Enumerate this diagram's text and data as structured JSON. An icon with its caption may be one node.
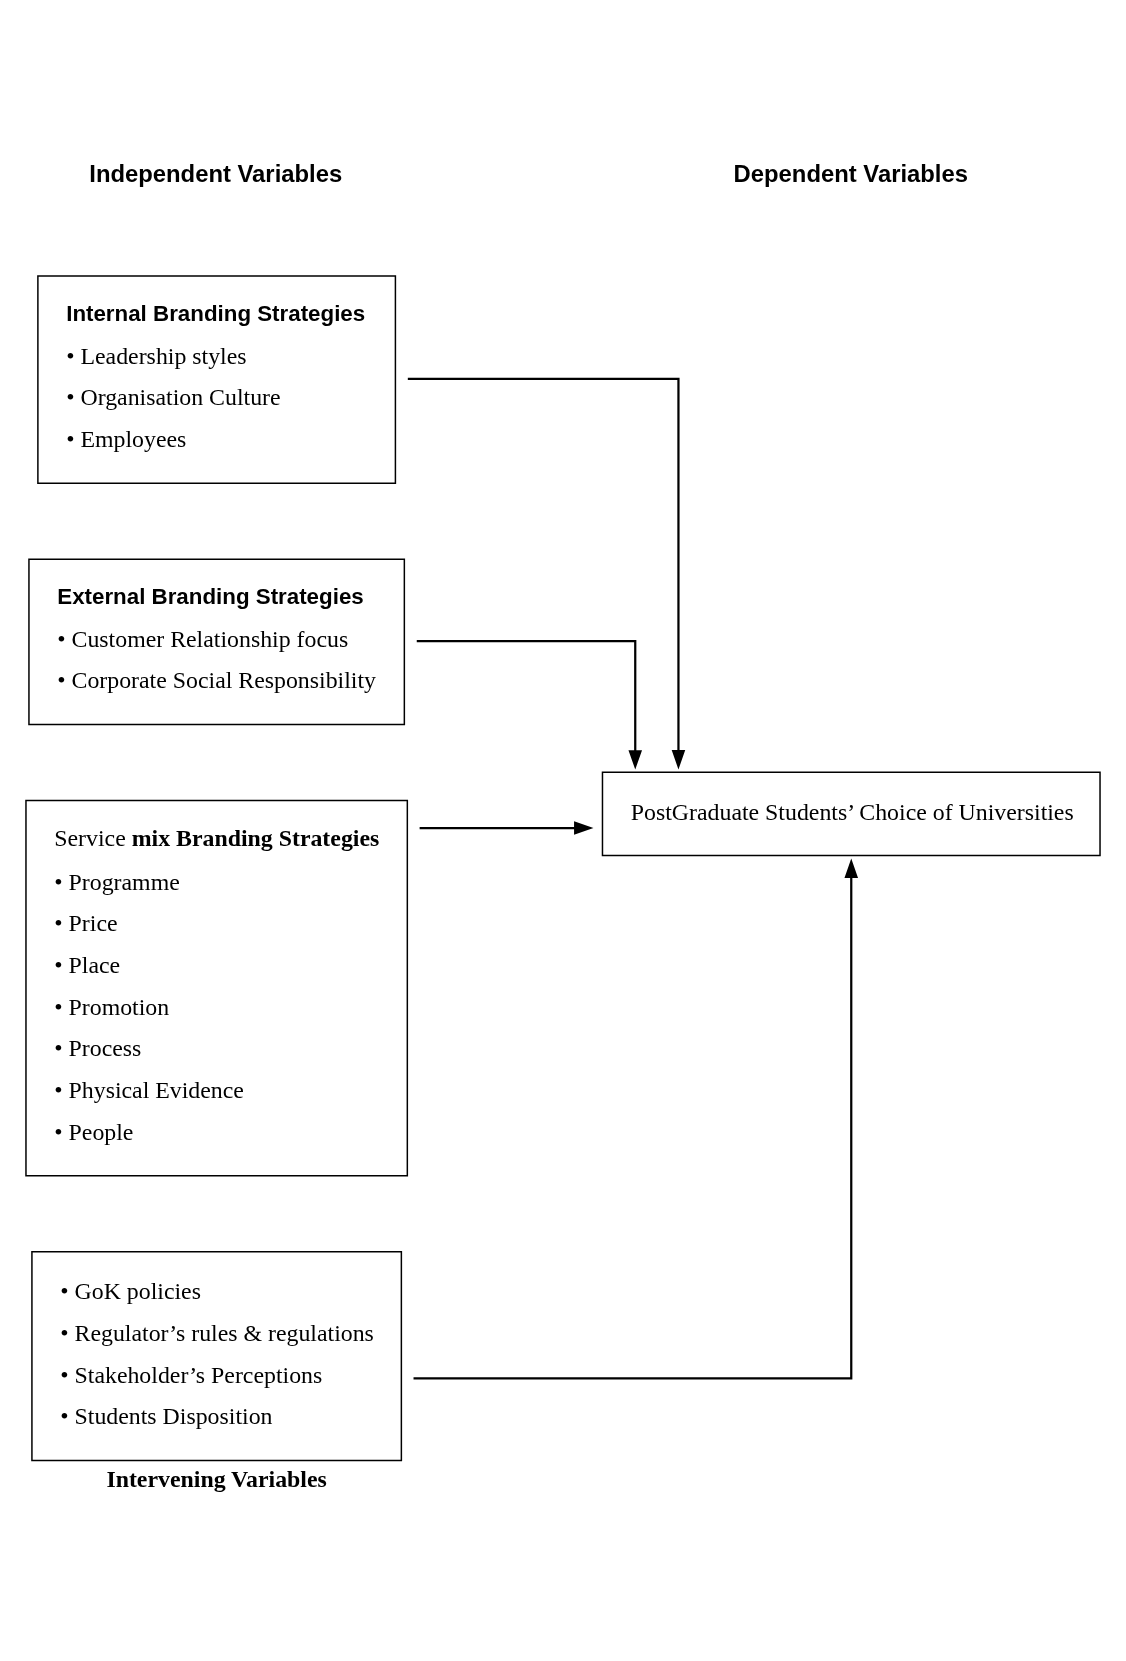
{
  "diagram": {
    "nodes": [
      {
        "text": [
          "Internal Branding Strategies",
          "• Leadership styles",
          "• Organisation Culture",
          "• Employees"
        ]
      },
      {
        "text": [
          "External Branding Strategies",
          "• Customer Relationship focus",
          "• Corporate Social Responsibility"
        ]
      },
      {
        "text": [
          "PostGraduate Students’ Choice of Universities"
        ]
      },
      {
        "text": [
          "Service **mix Branding Strategies**",
          "• Programme",
          "• Price",
          "• Place",
          "• Promotion",
          "• Process",
          "• Physical Evidence",
          "• People"
        ]
      },
      {
        "text": [
          "• GoK policies",
          "• Regulator’s rules & regulations",
          "• Stakeholder’s Perceptions",
          "• Students Disposition"
        ],
        "beside": [
          "Intervening Variables"
        ]
      }
    ],
    "edges": [
      {
        "from": 0,
        "to": 2,
        "arrow": "to"
      },
      {
        "from": 1,
        "to": 2,
        "arrow": "to"
      },
      {
        "from": 3,
        "to": 2,
        "arrow": "to"
      },
      {
        "from": 4,
        "to": 2,
        "arrow": "to"
      }
    ],
    "labels": [
      "Independent Variables",
      "Dependent Variables"
    ]
  }
}
